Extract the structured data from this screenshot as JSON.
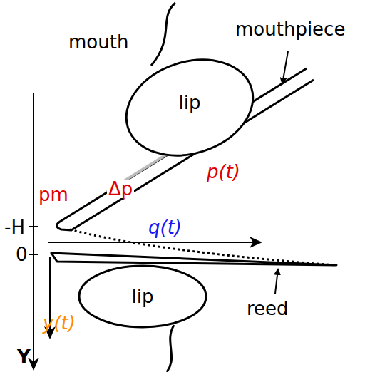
{
  "diagram": {
    "nodes": [
      {
        "text": [
          "lip"
        ]
      },
      {
        "text": [
          "lip"
        ]
      }
    ],
    "labels": [
      "mouth",
      "mouthpiece",
      "pm",
      "Δp",
      "p(t)",
      "-H",
      "q(t)",
      "0",
      "reed",
      "y(t)",
      "Y"
    ]
  }
}
